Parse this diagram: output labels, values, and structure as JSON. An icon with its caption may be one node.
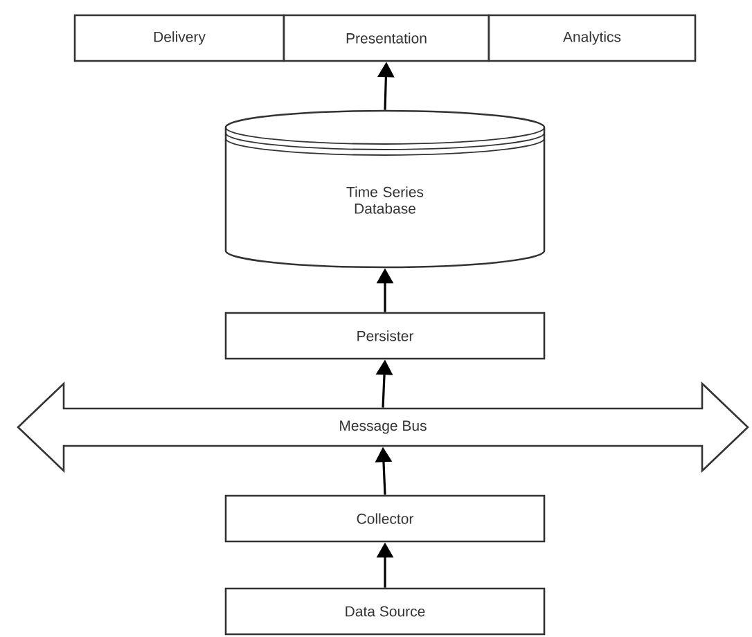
{
  "diagram": {
    "nodes": [
      {
        "text": [
          "Delivery"
        ]
      },
      {
        "text": [
          "Presentation"
        ]
      },
      {
        "text": [
          "Analytics"
        ]
      },
      {
        "text": [
          "Time Series Database"
        ]
      },
      {
        "text": [
          "Persister"
        ]
      },
      {
        "text": [
          "Message Bus"
        ]
      },
      {
        "text": [
          "Collector"
        ]
      },
      {
        "text": [
          "Data Source"
        ]
      }
    ],
    "edges": [
      {
        "from": 3,
        "to": 1,
        "arrow": "to"
      },
      {
        "from": 4,
        "to": 3,
        "arrow": "to"
      },
      {
        "from": 5,
        "to": 4,
        "arrow": "to"
      },
      {
        "from": 6,
        "to": 5,
        "arrow": "to"
      },
      {
        "from": 7,
        "to": 6,
        "arrow": "to"
      }
    ]
  }
}
